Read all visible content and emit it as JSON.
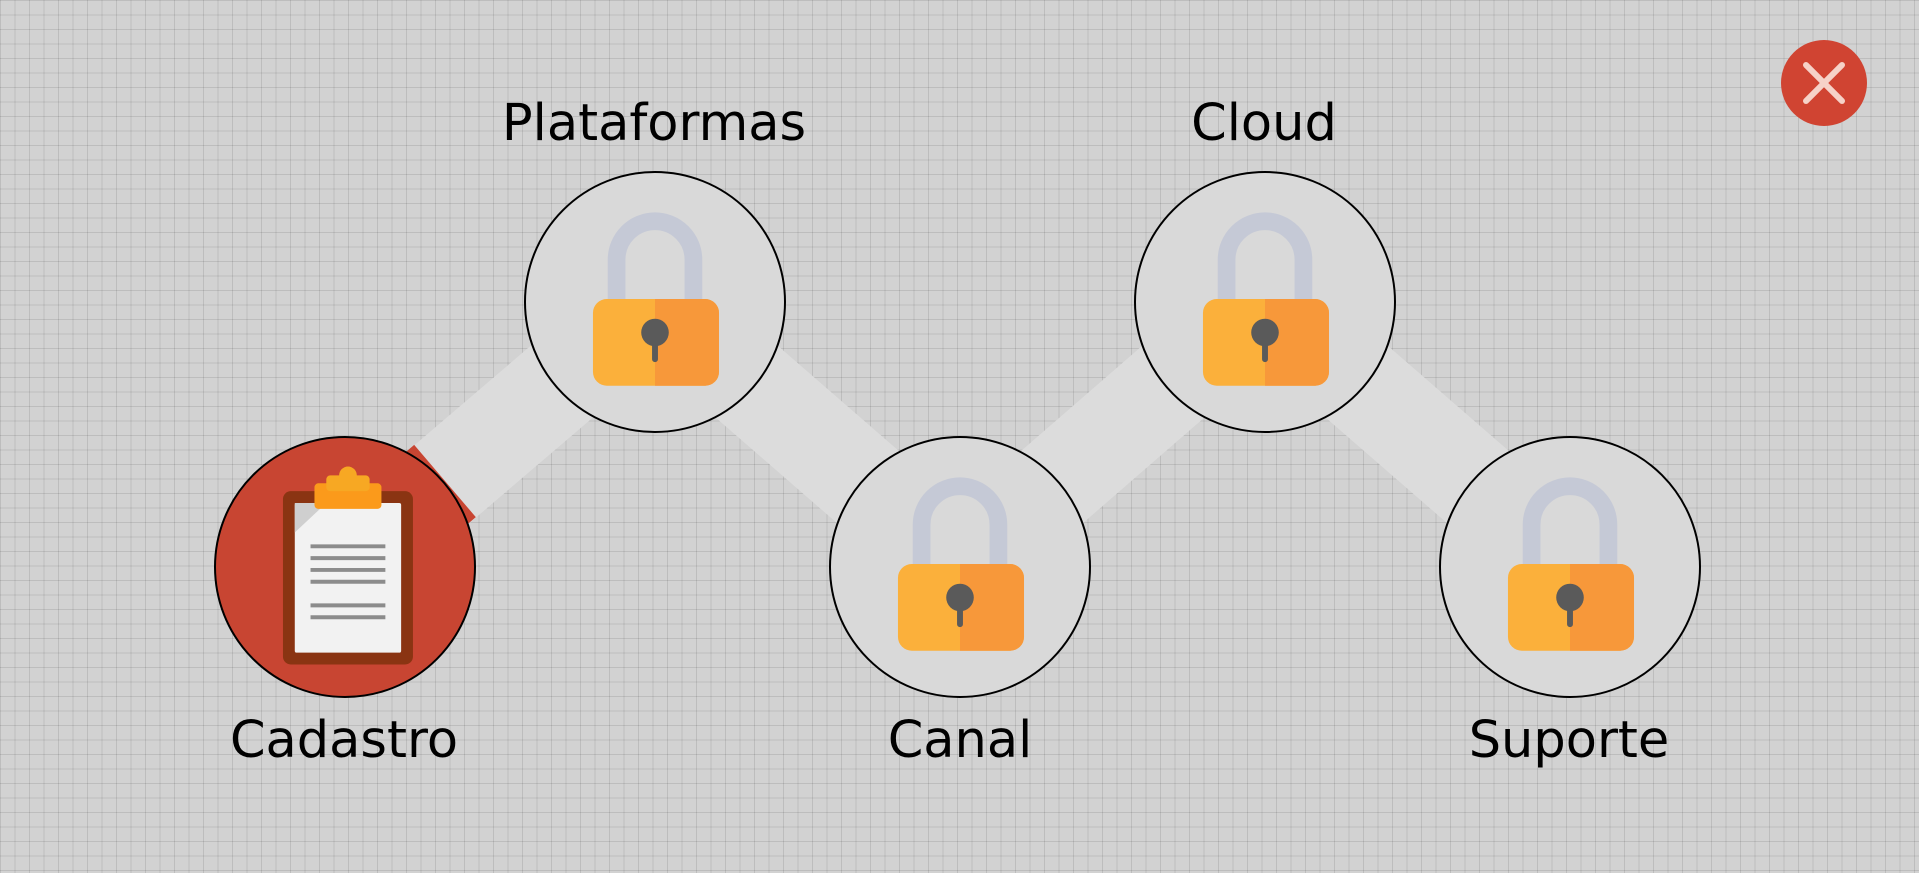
{
  "nodes": [
    {
      "label": "Cadastro",
      "state": "active",
      "icon": "clipboard-icon"
    },
    {
      "label": "Plataformas",
      "state": "locked",
      "icon": "padlock-icon"
    },
    {
      "label": "Canal",
      "state": "locked",
      "icon": "padlock-icon"
    },
    {
      "label": "Cloud",
      "state": "locked",
      "icon": "padlock-icon"
    },
    {
      "label": "Suporte",
      "state": "locked",
      "icon": "padlock-icon"
    }
  ],
  "path_progress": 0.5,
  "colors": {
    "active": "#c84532",
    "path": "#dcdcdc",
    "lock_body": "#fbb03b",
    "lock_body_shade": "#f7983a",
    "lock_shackle": "#c5c9d6",
    "close": "#d04432"
  },
  "close_icon": "close-icon"
}
